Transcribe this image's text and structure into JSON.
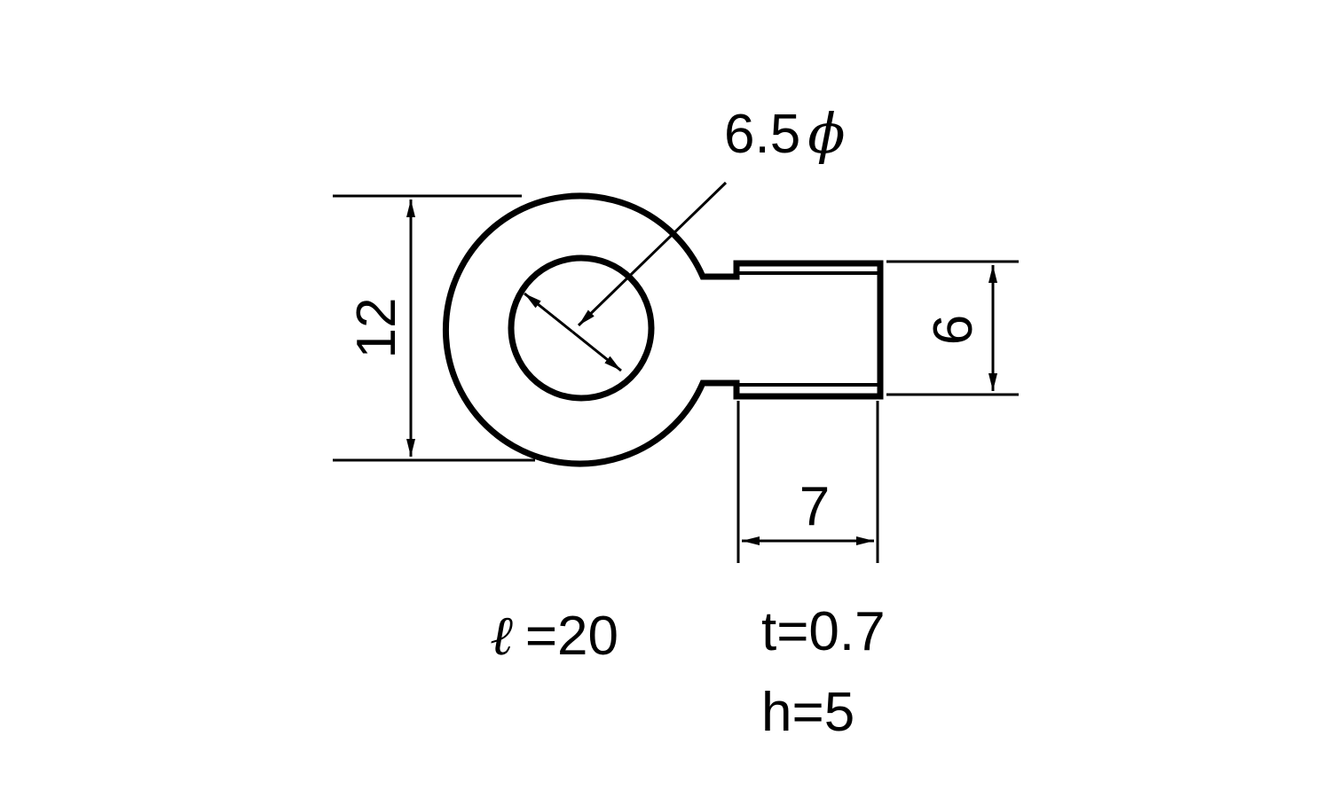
{
  "drawing": {
    "hole_diameter_label": "6.5",
    "hole_diameter_symbol": "ϕ",
    "outer_diameter_label": "12",
    "barrel_width_label": "6",
    "barrel_length_label": "7",
    "length_symbol": "ℓ",
    "length_label": "=20",
    "thickness_label": "t=0.7",
    "height_label": "h=5",
    "line_color": "#000000"
  }
}
